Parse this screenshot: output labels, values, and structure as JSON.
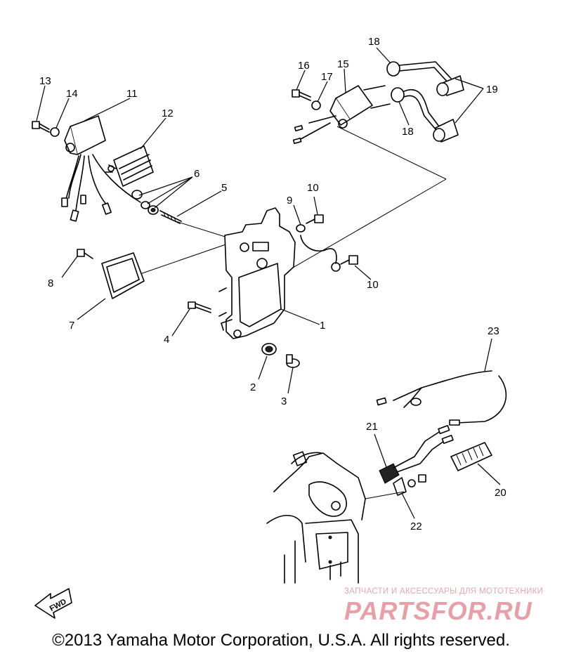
{
  "labels": [
    "1",
    "2",
    "3",
    "4",
    "5",
    "6",
    "7",
    "8",
    "9",
    "10",
    "10",
    "11",
    "12",
    "13",
    "14",
    "15",
    "16",
    "17",
    "18",
    "18",
    "19",
    "20",
    "21",
    "22",
    "23"
  ],
  "fwd_label": "FWD",
  "watermark": {
    "line1": "ЗАПЧАСТИ И АКСЕССУАРЫ ДЛЯ МОТОТЕХНИКИ",
    "logo_text": "PARTSFOR.RU",
    "color": "#e8a0a8"
  },
  "copyright": "©2013 Yamaha Motor Corporation, U.S.A. All rights reserved."
}
